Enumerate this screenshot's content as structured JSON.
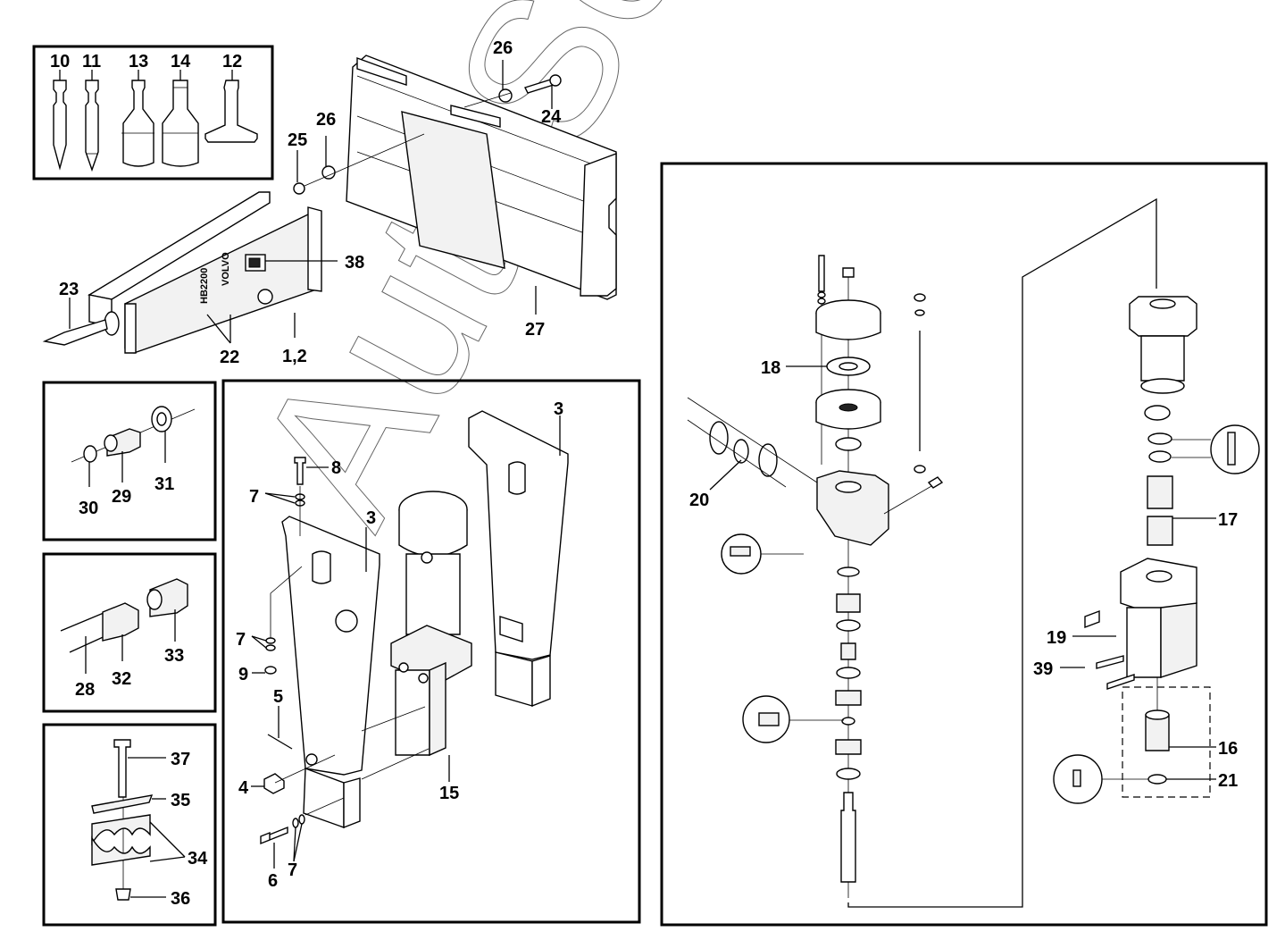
{
  "diagram": {
    "title": "Hydraulic breaker exploded parts diagram",
    "watermark": "AutoSoft",
    "brand_marks": [
      "VOLVO",
      "HB2200"
    ],
    "panels": {
      "tools": {
        "callouts": [
          "10",
          "11",
          "13",
          "14",
          "12"
        ]
      },
      "overview": {
        "callouts": [
          "23",
          "22",
          "1,2",
          "38",
          "25",
          "26",
          "26",
          "24",
          "27"
        ]
      },
      "fitting_a": {
        "callouts": [
          "30",
          "29",
          "31"
        ]
      },
      "fitting_b": {
        "callouts": [
          "28",
          "32",
          "33"
        ]
      },
      "clamp": {
        "callouts": [
          "37",
          "35",
          "34",
          "36"
        ]
      },
      "housing": {
        "callouts": [
          "8",
          "7",
          "3",
          "7",
          "9",
          "5",
          "4",
          "6",
          "7",
          "15",
          "3"
        ]
      },
      "power_cell": {
        "callouts": [
          "18",
          "20",
          "17",
          "19",
          "39",
          "16",
          "21"
        ]
      }
    }
  }
}
